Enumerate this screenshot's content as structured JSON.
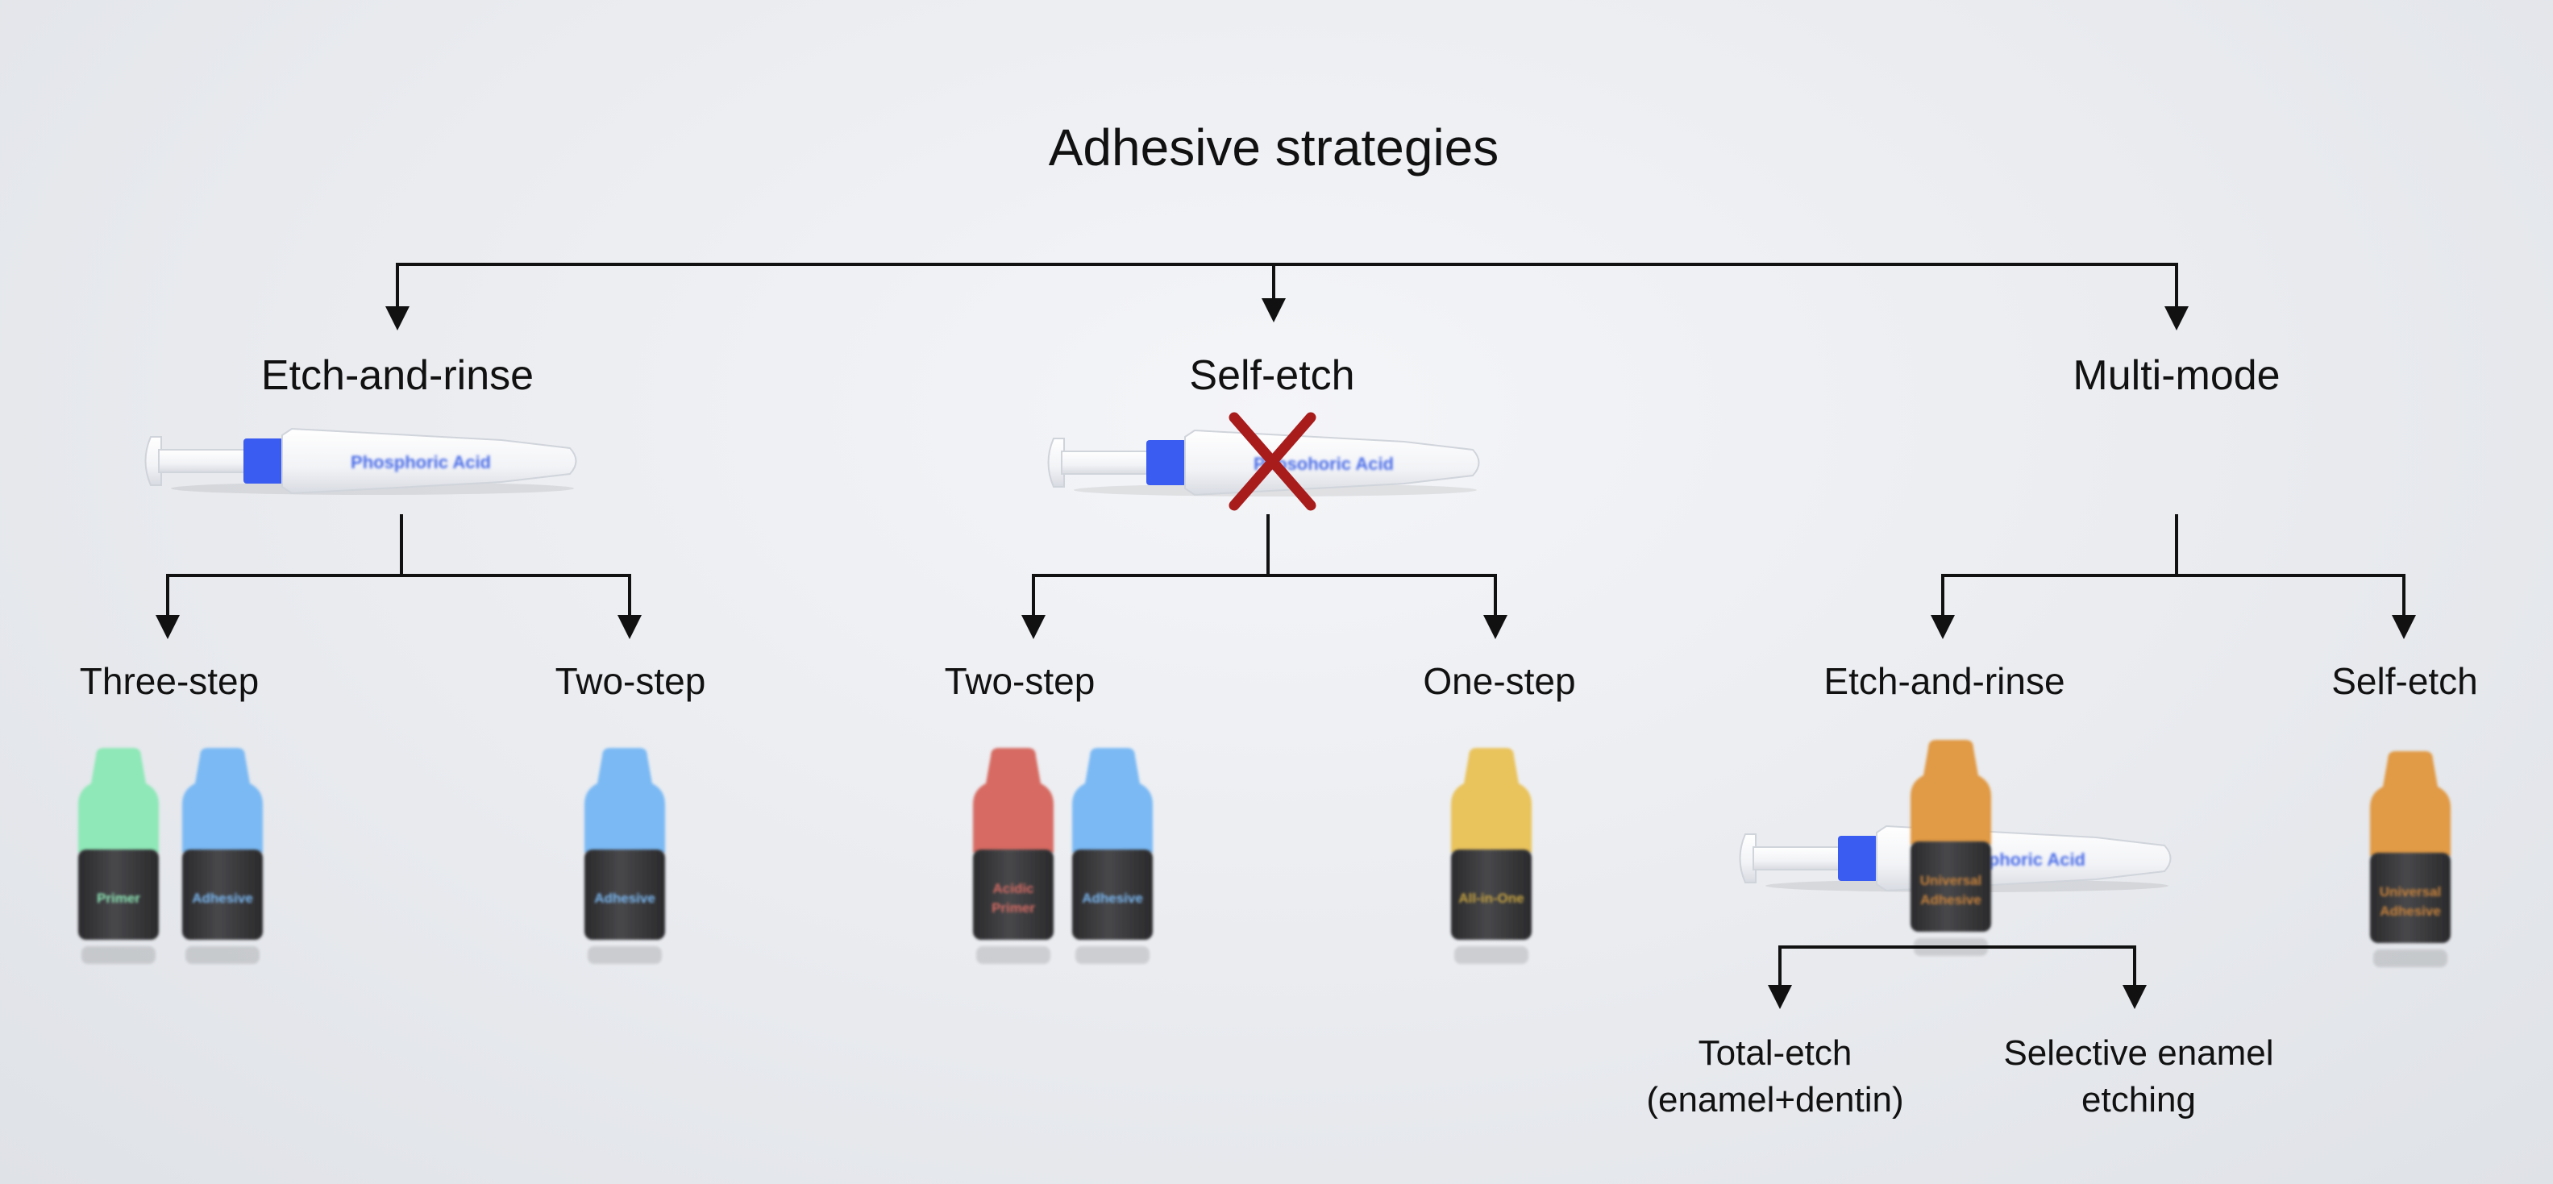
{
  "title": "Adhesive strategies",
  "categories": {
    "etch_and_rinse": {
      "label": "Etch-and-rinse",
      "syringe_label": "Phosphoric Acid",
      "branches": [
        {
          "label": "Three-step",
          "bottles": [
            {
              "label": "Primer",
              "cap": "#8ee8b7",
              "text": "#8ee8b7"
            },
            {
              "label": "Adhesive",
              "cap": "#7ab9f4",
              "text": "#7ab9f4"
            }
          ]
        },
        {
          "label": "Two-step",
          "bottles": [
            {
              "label": "Adhesive",
              "cap": "#7ab9f4",
              "text": "#7ab9f4"
            }
          ]
        }
      ]
    },
    "self_etch": {
      "label": "Self-etch",
      "syringe_label": "Phosohoric Acid",
      "crossed_out": true,
      "branches": [
        {
          "label": "Two-step",
          "bottles": [
            {
              "label": "Acidic Primer",
              "cap": "#d76a62",
              "text": "#d76a62"
            },
            {
              "label": "Adhesive",
              "cap": "#7ab9f4",
              "text": "#7ab9f4"
            }
          ]
        },
        {
          "label": "One-step",
          "bottles": [
            {
              "label": "All-in-One",
              "cap": "#e9c35c",
              "text": "#c9a540"
            }
          ]
        }
      ]
    },
    "multi_mode": {
      "label": "Multi-mode",
      "branches": [
        {
          "label": "Etch-and-rinse",
          "syringe_label": "Phosphoric Acid",
          "bottles": [
            {
              "label": "Universal Adhesive",
              "cap": "#e19a45",
              "text": "#c8823a"
            }
          ],
          "sub_branches": [
            {
              "lines": [
                "Total-etch",
                "(enamel+dentin)"
              ]
            },
            {
              "lines": [
                "Selective enamel",
                "etching"
              ]
            }
          ]
        },
        {
          "label": "Self-etch",
          "bottles": [
            {
              "label": "Universal Adhesive",
              "cap": "#e19a45",
              "text": "#c8823a"
            }
          ]
        }
      ]
    }
  },
  "colors": {
    "line": "#111111",
    "syringe_plunger": "#3b5cf0",
    "syringe_label": "#4a6ce8",
    "cross": "#a81c1c",
    "bottle_body": "#3a3a3c"
  }
}
